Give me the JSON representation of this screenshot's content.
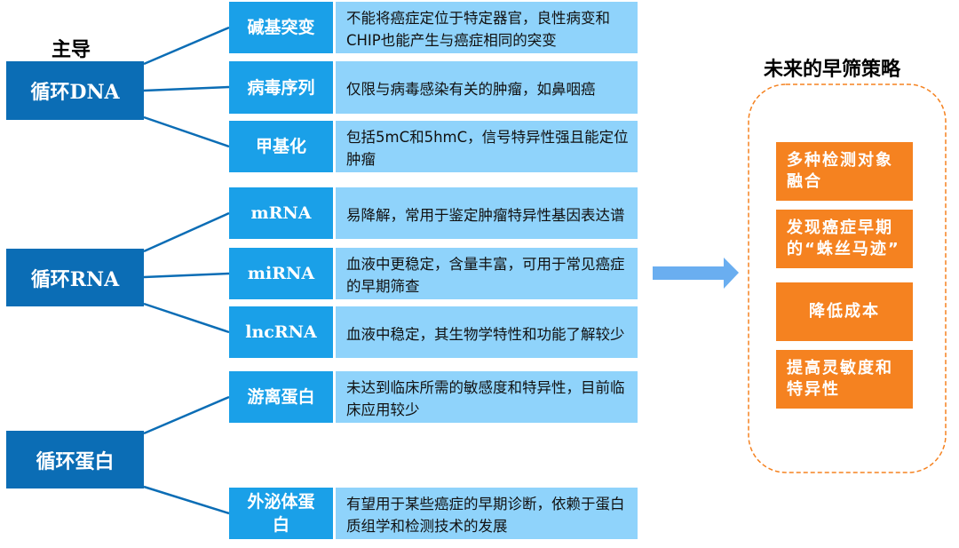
{
  "left_header": "主导",
  "right_header": "未来的早筛策略",
  "groups": [
    {
      "label": "循环DNA",
      "items": [
        {
          "cat": "碱基突变",
          "desc": "不能将癌症定位于特定器官，良性病变和CHIP也能产生与癌症相同的突变"
        },
        {
          "cat": "病毒序列",
          "desc": "仅限与病毒感染有关的肿瘤，如鼻咽癌"
        },
        {
          "cat": "甲基化",
          "desc": "包括5mC和5hmC，信号特异性强且能定位肿瘤"
        }
      ]
    },
    {
      "label": "循环RNA",
      "items": [
        {
          "cat": "mRNA",
          "desc": "易降解，常用于鉴定肿瘤特异性基因表达谱"
        },
        {
          "cat": "miRNA",
          "desc": "血液中更稳定，含量丰富，可用于常见癌症的早期筛查"
        },
        {
          "cat": "lncRNA",
          "desc": "血液中稳定，其生物学特性和功能了解较少"
        }
      ]
    },
    {
      "label": "循环蛋白",
      "items": [
        {
          "cat": "游离蛋白",
          "desc": "未达到临床所需的敏感度和特异性，目前临床应用较少"
        },
        {
          "cat": "外泌体蛋白",
          "desc": "有望用于某些癌症的早期诊断，依赖于蛋白质组学和检测技术的发展"
        }
      ]
    }
  ],
  "strategies": [
    "多种检测对象融合",
    "发现癌症早期的“蛛丝马迹”",
    "降低成本",
    "提高灵敏度和特异性"
  ]
}
